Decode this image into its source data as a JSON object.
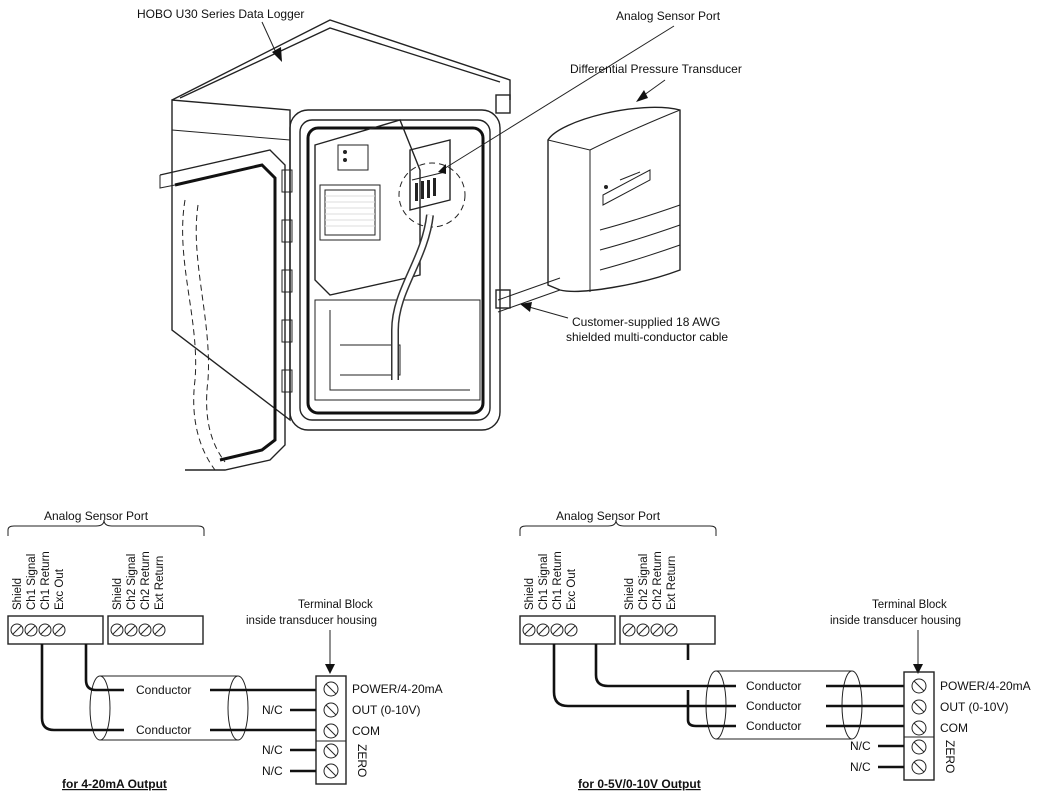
{
  "top": {
    "logger_label": "HOBO U30 Series Data Logger",
    "port_label": "Analog Sensor Port",
    "transducer_label": "Differential Pressure Transducer",
    "cable_label_line1": "Customer-supplied 18 AWG",
    "cable_label_line2": "shielded multi-conductor cable"
  },
  "left_diagram": {
    "port_title": "Analog Sensor Port",
    "pins": [
      "Shield",
      "Ch1 Signal",
      "Ch1 Return",
      "Exc Out",
      "Shield",
      "Ch2 Signal",
      "Ch2 Return",
      "Ext Return"
    ],
    "terminal_title_line1": "Terminal Block",
    "terminal_title_line2": "inside transducer housing",
    "conductors": [
      "Conductor",
      "Conductor"
    ],
    "terminals": [
      "POWER/4-20mA",
      "OUT (0-10V)",
      "COM"
    ],
    "nc_labels": [
      "N/C",
      "N/C",
      "N/C"
    ],
    "zero_label": "ZERO",
    "caption": "for 4-20mA Output"
  },
  "right_diagram": {
    "port_title": "Analog Sensor Port",
    "pins": [
      "Shield",
      "Ch1 Signal",
      "Ch1 Return",
      "Exc Out",
      "Shield",
      "Ch2 Signal",
      "Ch2 Return",
      "Ext Return"
    ],
    "terminal_title_line1": "Terminal Block",
    "terminal_title_line2": "inside transducer housing",
    "conductors": [
      "Conductor",
      "Conductor",
      "Conductor"
    ],
    "terminals": [
      "POWER/4-20mA",
      "OUT (0-10V)",
      "COM"
    ],
    "nc_labels": [
      "N/C",
      "N/C"
    ],
    "zero_label": "ZERO",
    "caption": "for 0-5V/0-10V Output"
  }
}
